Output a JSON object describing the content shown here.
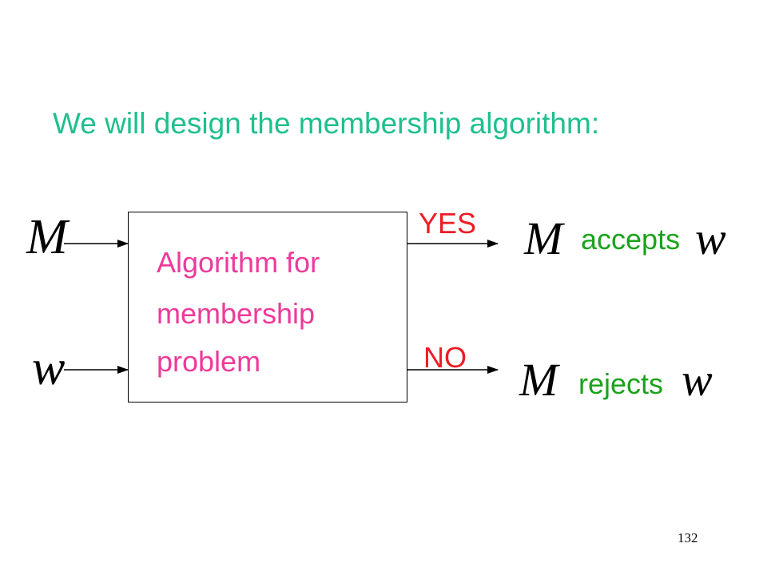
{
  "heading": "We will design the membership algorithm:",
  "box": {
    "line1": "Algorithm for",
    "line2": "membership",
    "line3": "problem"
  },
  "inputs": {
    "machine": "M",
    "word": "w"
  },
  "outputs": {
    "yes_label": "YES",
    "no_label": "NO",
    "accept": {
      "machine": "M",
      "verb": "accepts",
      "word": "w"
    },
    "reject": {
      "machine": "M",
      "verb": "rejects",
      "word": "w"
    }
  },
  "page_number": "132",
  "colors": {
    "heading": "#1fbf8f",
    "box_text": "#ee3a9a",
    "answer_label": "#ee1c24",
    "result_text": "#1aa31a"
  }
}
